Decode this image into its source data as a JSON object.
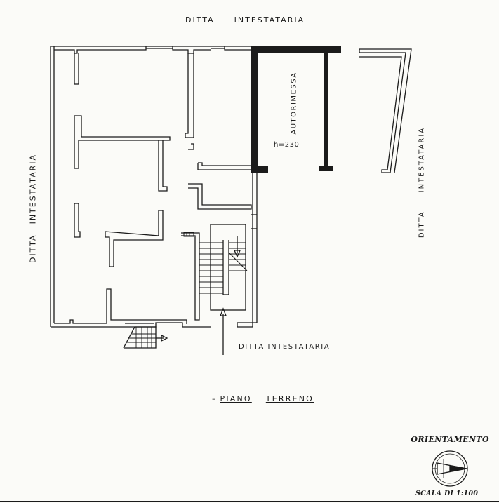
{
  "labels": {
    "top_word1": "DITTA",
    "top_word2": "INTESTATARIA",
    "left_word1": "DITTA",
    "left_word2": "INTESTATARIA",
    "right_word1": "DITTA",
    "right_word2": "INTESTATARIA",
    "bottom_word1": "DITTA",
    "bottom_word2": "INTESTATARIA",
    "garage": "AUTORIMESSA",
    "garage_height": "h=230",
    "floor_dash": "–",
    "floor_word1": "PIANO",
    "floor_word2": "TERRENO",
    "orientation": "ORIENTAMENTO",
    "scale": "SCALA DI 1:100"
  },
  "icons": {
    "compass": "compass-rose-icon",
    "stair_arrow": "arrow-right-icon",
    "entry_arrow": "arrow-up-icon"
  },
  "colors": {
    "ink": "#1b1b1b",
    "paper": "#fbfbf8"
  }
}
